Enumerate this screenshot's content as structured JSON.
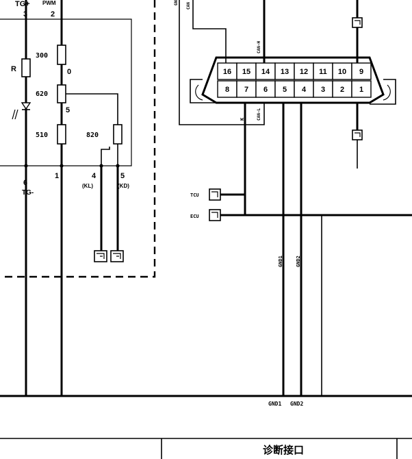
{
  "left_block": {
    "top_labels": [
      "TG+",
      "PWM"
    ],
    "top_pins": [
      "3",
      "2"
    ],
    "bottom_pins": [
      "6",
      "1",
      "4",
      "5"
    ],
    "bottom_label": "TG-",
    "pin_names": [
      "(KL)",
      "(KD)"
    ],
    "resistor_label": "R",
    "resistor_values": [
      "300",
      "620",
      "510",
      "820"
    ],
    "side_digits": [
      "0",
      "5"
    ]
  },
  "connector": {
    "top_row": [
      "16",
      "15",
      "14",
      "13",
      "12",
      "11",
      "10",
      "9"
    ],
    "bottom_row": [
      "8",
      "7",
      "6",
      "5",
      "4",
      "3",
      "2",
      "1"
    ]
  },
  "signals": {
    "left": [
      "TCU",
      "ECU"
    ],
    "bottom": [
      "GND1",
      "GND2"
    ]
  },
  "title_block": {
    "title": "诊断接口"
  }
}
